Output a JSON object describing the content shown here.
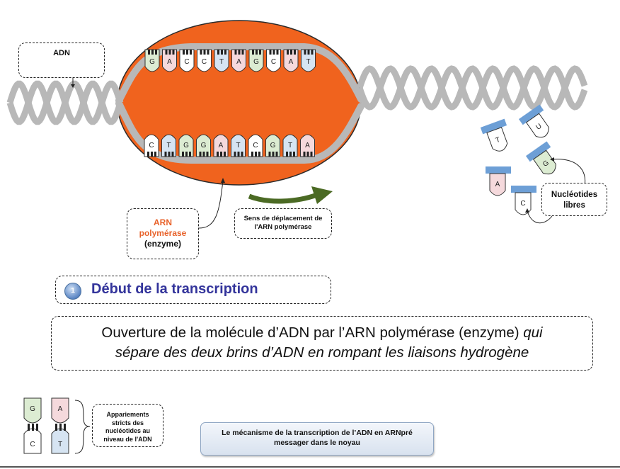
{
  "labels": {
    "adn": "ADN",
    "arn_line1": "ARN",
    "arn_line2": "polymérase",
    "arn_line3": "(enzyme)",
    "sens_line1": "Sens de déplacement de",
    "sens_line2": "l'ARN polymérase",
    "nuc_line1": "Nucléotides",
    "nuc_line2": "libres",
    "step_number": "1",
    "step_title": "Début de la transcription",
    "desc_line1_plain": "Ouverture de la molécule d’ADN par l’ARN polymérase (enzyme) ",
    "desc_line1_italic": "qui",
    "desc_line2_italic": "sépare des deux brins d’ADN en rompant les liaisons hydrogène",
    "appariement_line1": "Appariements",
    "appariement_line2": "stricts des",
    "appariement_line3": "nucléotides au",
    "appariement_line4": "niveau de l'ADN",
    "caption_line1": "Le mécanisme de la transcription de l’ADN en ARNpré",
    "caption_line2": "messager   dans le  noyau"
  },
  "top_strand": [
    "G",
    "A",
    "C",
    "C",
    "T",
    "A",
    "G",
    "C",
    "A",
    "T"
  ],
  "bottom_strand": [
    "C",
    "T",
    "G",
    "G",
    "A",
    "T",
    "C",
    "G",
    "T",
    "A"
  ],
  "free_nucleotides": [
    "T",
    "U",
    "G",
    "A",
    "C"
  ],
  "pairing_example": {
    "top": [
      "G",
      "A"
    ],
    "bottom": [
      "C",
      "T"
    ]
  },
  "colors": {
    "enzyme": "#f0631e",
    "dna_strand": "#b8b8b8",
    "arrow": "#4b6a24",
    "title": "#33349b",
    "base_A": "#f5d9dc",
    "base_T": "#d6e4f2",
    "base_G": "#dcecd2",
    "base_C": "#ffffff",
    "connector": "#6d9fd6"
  }
}
